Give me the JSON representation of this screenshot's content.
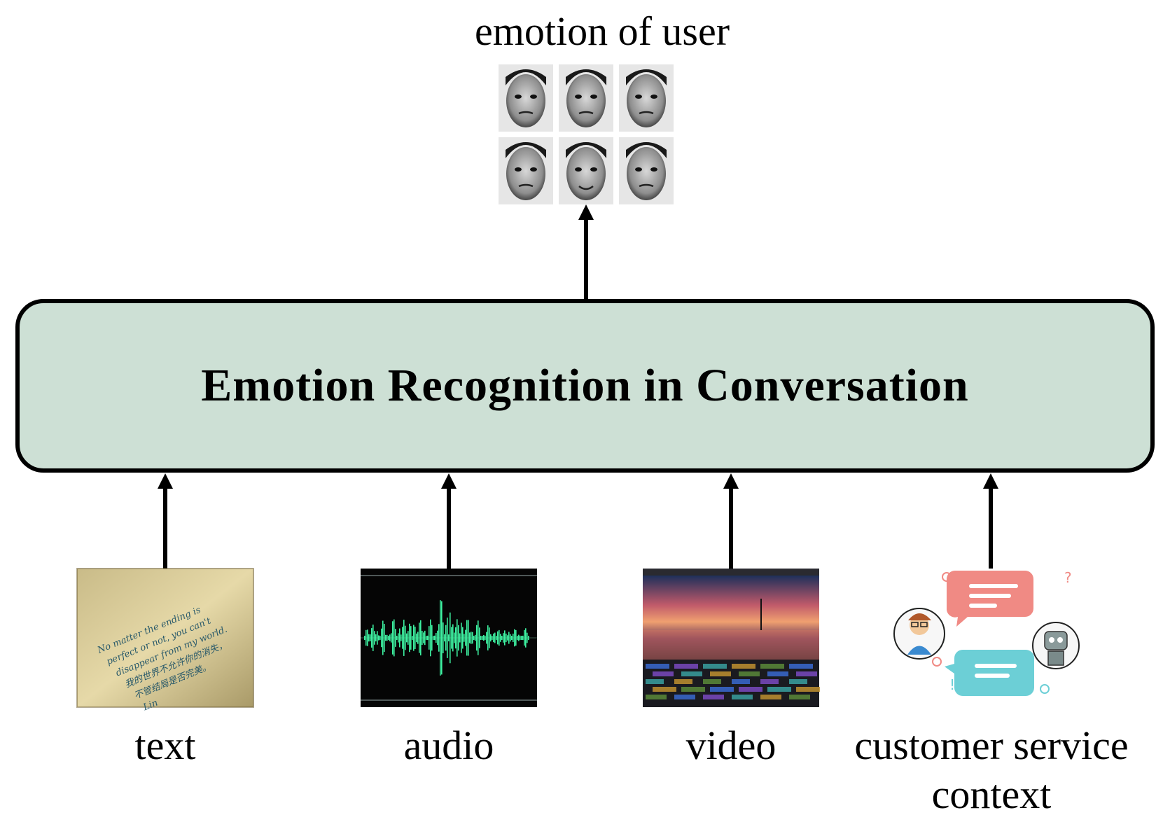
{
  "output": {
    "label": "emotion of  user",
    "face_count": 6
  },
  "model": {
    "title": "Emotion Recognition in Conversation"
  },
  "inputs": [
    {
      "label": "text",
      "icon": "handwritten-note-image",
      "note_lines": [
        "No matter the ending is",
        "perfect or not, you can't",
        "disappear from my world.",
        "我的世界不允许你的消失，",
        "不管结局是否完美。",
        "Lin"
      ]
    },
    {
      "label": "audio",
      "icon": "audio-waveform-image"
    },
    {
      "label": "video",
      "icon": "video-editor-image"
    },
    {
      "label": "customer service context",
      "icon": "chat-bubbles-image"
    }
  ],
  "colors": {
    "box_fill": "#cde0d5",
    "waveform": "#3df0a0",
    "bubble_red": "#f08a84",
    "bubble_teal": "#6ccfd6"
  }
}
